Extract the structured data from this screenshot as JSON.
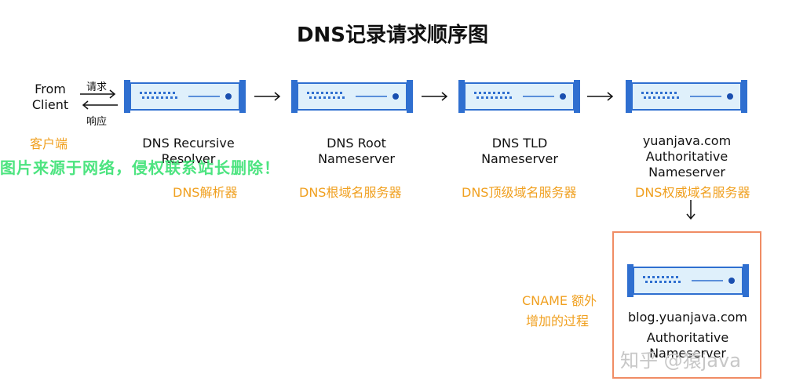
{
  "title": "DNS记录请求顺序图",
  "client": {
    "label_line1": "From",
    "label_line2": "Client",
    "request": "请求",
    "response": "响应",
    "zh": "客户端"
  },
  "servers": [
    {
      "line1": "DNS Recursive",
      "line2": "Resolver",
      "zh": "DNS解析器"
    },
    {
      "line1": "DNS Root",
      "line2": "Nameserver",
      "zh": "DNS根域名服务器"
    },
    {
      "line1": "DNS TLD",
      "line2": "Nameserver",
      "zh": "DNS顶级域名服务器"
    },
    {
      "line1": "yuanjava.com",
      "line2": "Authoritative",
      "line3": "Nameserver",
      "zh": "DNS权威域名服务器"
    }
  ],
  "cname": {
    "note_line1": "CNAME 额外",
    "note_line2": "增加的过程",
    "host": "blog.yuanjava.com",
    "line2": "Authoritative",
    "line3": "Nameserver"
  },
  "watermarks": {
    "green": "图片来源于网络，侵权联系站长删除！",
    "zhihu": "知乎 @猿java"
  },
  "colors": {
    "server_fill": "#dff0fb",
    "server_border": "#2f6fd0",
    "accent_orange": "#f0a020",
    "cname_border": "#f08c64",
    "watermark_green": "#2ee06a"
  },
  "icons": {
    "server": "server-icon",
    "arrow": "arrow-right-icon"
  }
}
